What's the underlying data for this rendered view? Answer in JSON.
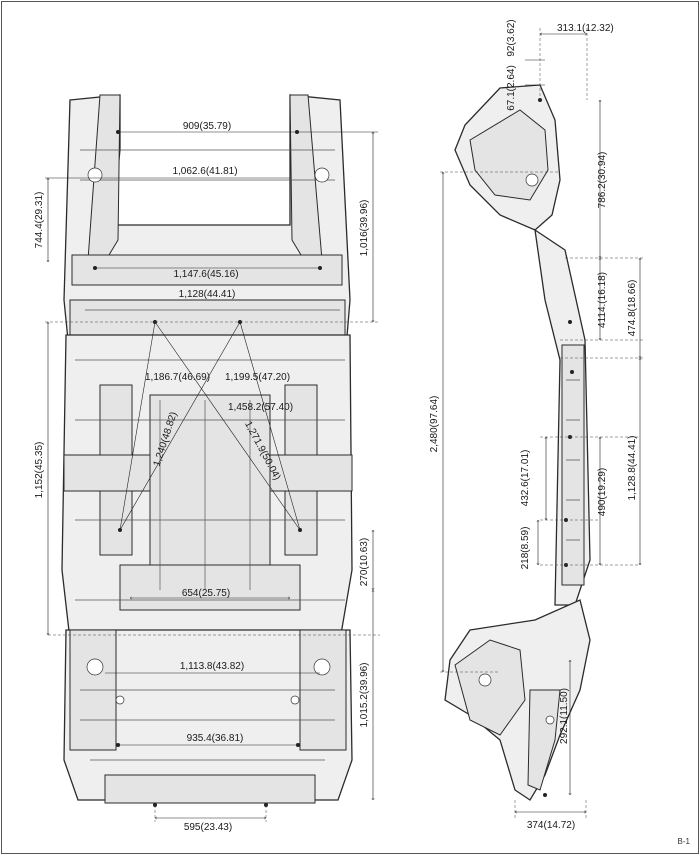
{
  "bottom_view": {
    "dimensions": {
      "d909": "909(35.79)",
      "d1062": "1,062.6(41.81)",
      "d744": "744.4(29.31)",
      "d1016": "1,016(39.96)",
      "d1147": "1,147.6(45.16)",
      "d1128": "1,128(44.41)",
      "d1186": "1,186.7(46.69)",
      "d1199": "1,199.5(47.20)",
      "d1458": "1,458.2(57.40)",
      "d1152": "1,152(45.35)",
      "d1240": "1,240(48.82)",
      "d1271": "1,271.9(50.04)",
      "d654": "654(25.75)",
      "d270": "270(10.63)",
      "d1113": "1,113.8(43.82)",
      "d1015": "1,015.2(39.96)",
      "d935": "935.4(36.81)",
      "d595": "595(23.43)"
    }
  },
  "side_view": {
    "dimensions": {
      "d313": "313.1(12.32)",
      "d92": "92(3.62)",
      "d67": "67.1(2.64)",
      "d786": "786.2(30.94)",
      "d411": "4114.(16.18)",
      "d474": "474.8(18.66)",
      "d2480": "2,480(97.64)",
      "d432": "432.6(17.01)",
      "d490": "490(19.29)",
      "d1128b": "1,128.8(44.41)",
      "d218": "218(8.59)",
      "d292": "292.1(11.50)",
      "d374": "374(14.72)"
    }
  },
  "page_number": "B-1"
}
